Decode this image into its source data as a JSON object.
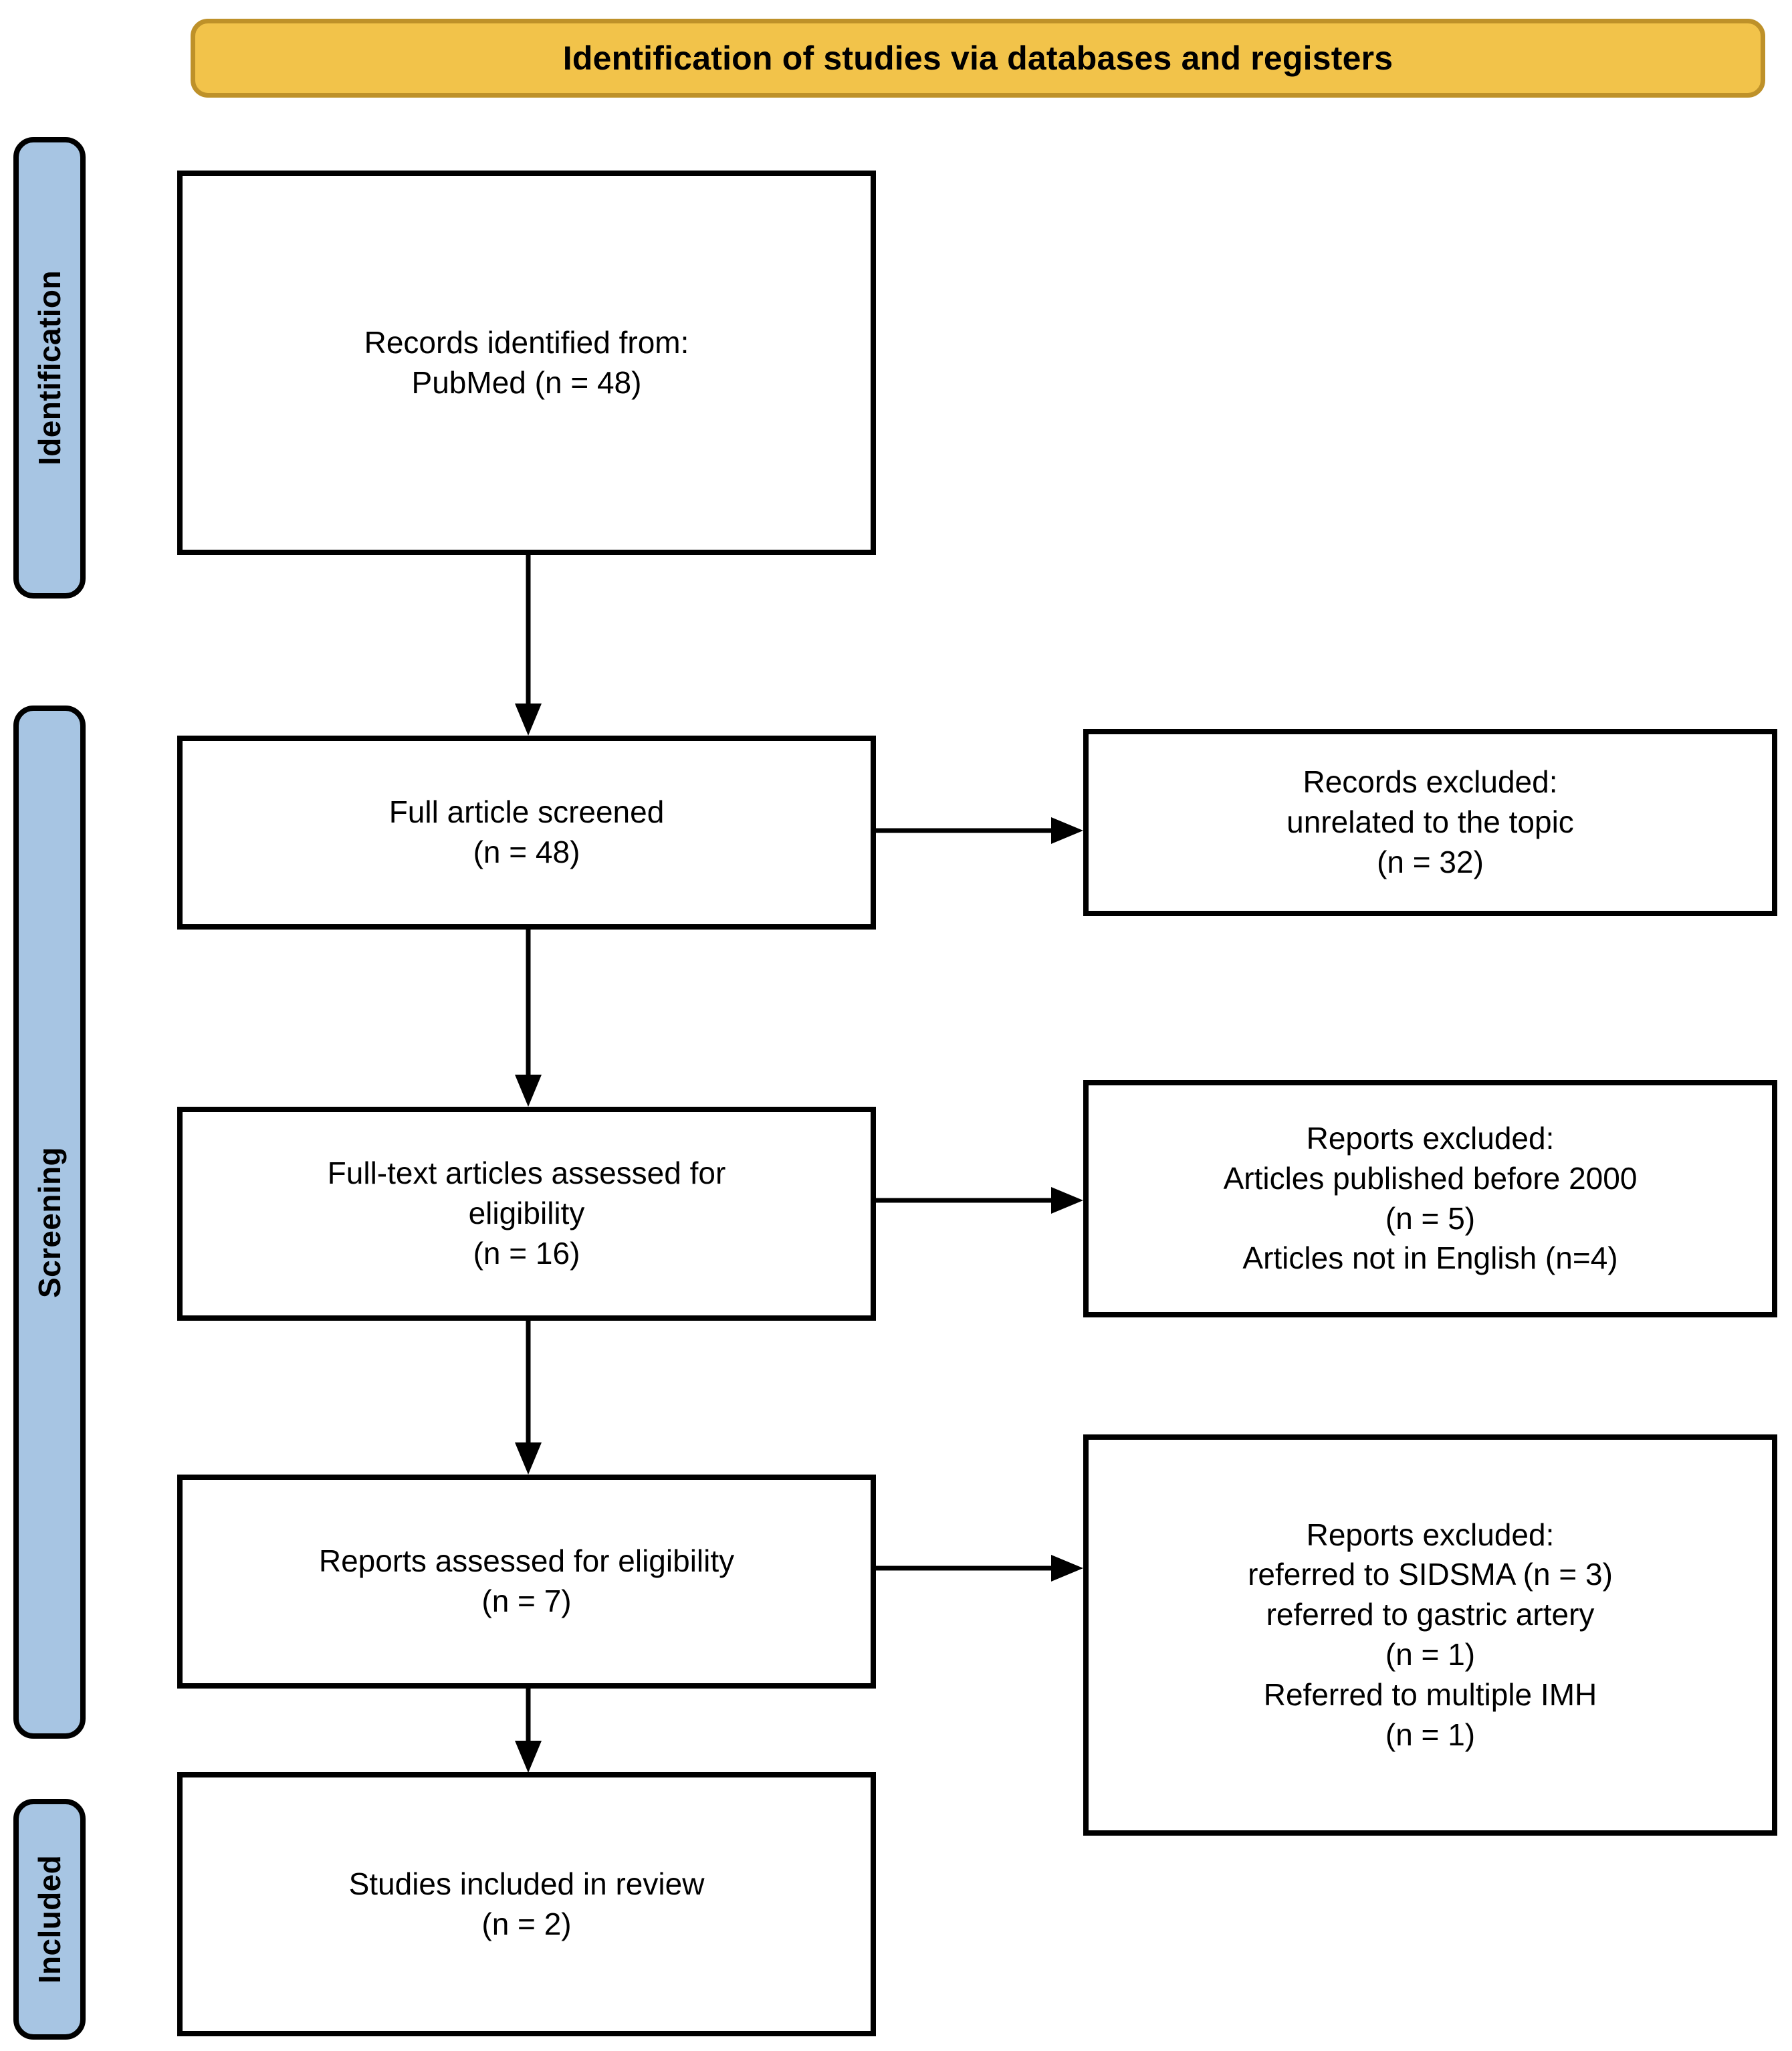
{
  "banner": {
    "title": "Identification of studies via databases and registers",
    "fill_color": "#F2C34A",
    "border_color": "#BE9129"
  },
  "stages": [
    {
      "id": "identification",
      "label": "Identification",
      "fill_color": "#A7C5E3"
    },
    {
      "id": "screening",
      "label": "Screening",
      "fill_color": "#A7C5E3"
    },
    {
      "id": "included",
      "label": "Included",
      "fill_color": "#A7C5E3"
    }
  ],
  "flow": {
    "identified": "Records identified from:\nPubMed (n = 48)",
    "screened": "Full article screened\n(n = 48)",
    "fulltext": "Full-text articles assessed for\neligibility\n(n = 16)",
    "reports": "Reports assessed for eligibility\n(n = 7)",
    "included": "Studies included in review\n(n = 2)"
  },
  "exclusions": {
    "excluded_1": "Records excluded:\nunrelated to the topic\n(n = 32)",
    "excluded_2": "Reports excluded:\nArticles published before 2000\n(n = 5)\nArticles not in English (n=4)",
    "excluded_3": "Reports excluded:\nreferred to SIDSMA (n = 3)\nreferred to gastric artery\n(n = 1)\nReferred to multiple IMH\n(n = 1)"
  },
  "chart_data": {
    "type": "table",
    "title": "Identification of studies via databases and registers",
    "categories": [
      "Records identified from PubMed",
      "Full article screened",
      "Records excluded: unrelated to the topic",
      "Full-text articles assessed for eligibility",
      "Reports excluded: Articles published before 2000",
      "Reports excluded: Articles not in English",
      "Reports assessed for eligibility",
      "Reports excluded: referred to SIDSMA",
      "Reports excluded: referred to gastric artery",
      "Reports excluded: Referred to multiple IMH",
      "Studies included in review"
    ],
    "values": [
      48,
      48,
      32,
      16,
      5,
      4,
      7,
      3,
      1,
      1,
      2
    ],
    "xlabel": "",
    "ylabel": "n"
  }
}
